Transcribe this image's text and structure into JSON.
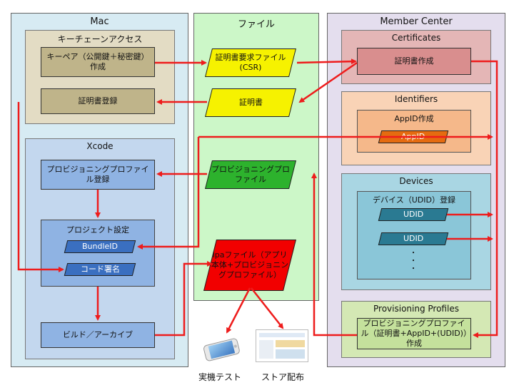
{
  "lanes": {
    "mac": "Mac",
    "file": "ファイル",
    "member": "Member Center"
  },
  "mac": {
    "keychain": {
      "title": "キーチェーンアクセス",
      "keypair": "キーペア（公開鍵＋秘密鍵）作成",
      "cert_register": "証明書登録"
    },
    "xcode": {
      "title": "Xcode",
      "profile_register": "プロビジョニングプロファイル登録",
      "project_settings": "プロジェクト設定",
      "bundle_id": "BundleID",
      "code_sign": "コード署名",
      "build_archive": "ビルド／アーカイブ"
    }
  },
  "file": {
    "csr": "証明書要求ファイル(CSR)",
    "certificate": "証明書",
    "profile": "プロビジョニングプロファイル",
    "ipa": "Ipaファイル（アプリ本体+プロビジョニングプロファイル）"
  },
  "member": {
    "certificates": {
      "title": "Certificates",
      "create": "証明書作成"
    },
    "identifiers": {
      "title": "Identifiers",
      "appid_group": "AppID作成",
      "appid": "AppID"
    },
    "devices": {
      "title": "Devices",
      "register": "デバイス（UDID）登録",
      "udid1": "UDID",
      "udid2": "UDID",
      "dots": "・\n・\n・"
    },
    "profiles": {
      "title": "Provisioning Profiles",
      "create": "プロビジョニングプロファイル（証明書+AppID+(UDID)）作成"
    }
  },
  "outputs": {
    "device_test": "実機テスト",
    "store": "ストア配布"
  },
  "colors": {
    "arrow": "#ee1c1c",
    "mac_lane": "#d8ecf3",
    "file_lane": "#ccf7c8",
    "member_lane": "#e4deee"
  }
}
